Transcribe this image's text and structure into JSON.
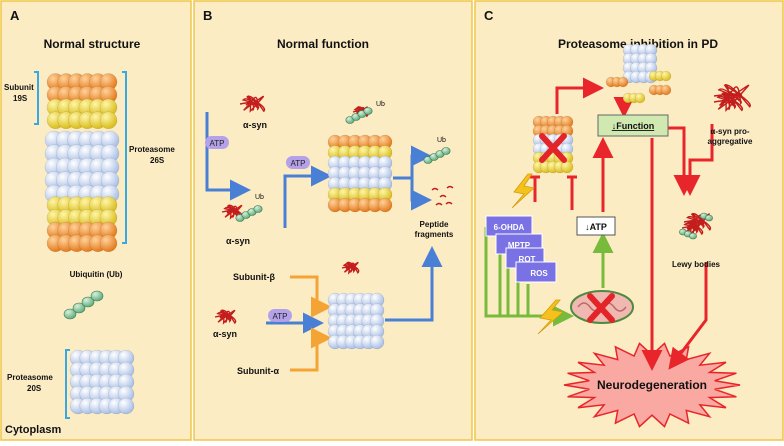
{
  "panels": {
    "a": {
      "letter": "A",
      "title": "Normal structure",
      "subunit_19s": [
        "Subunit",
        "19S"
      ],
      "proteasome_26s": [
        "Proteasome",
        "26S"
      ],
      "ubiquitin": "Ubiquitin (Ub)",
      "proteasome_20s": [
        "Proteasome",
        "20S"
      ],
      "cytoplasm": "Cytoplasm"
    },
    "b": {
      "letter": "B",
      "title": "Normal function",
      "asyn_top": "α-syn",
      "atp_left": "ATP",
      "ub_mid": "Ub",
      "asyn_mid": "α-syn",
      "atp_center": "ATP",
      "ub_top": "Ub",
      "ub_right": "Ub",
      "peptide": [
        "Peptide",
        "fragments"
      ],
      "subunit_beta": "Subunit-β",
      "asyn_bottom": "α-syn",
      "atp_bottom": "ATP",
      "subunit_alpha": "Subunit-α"
    },
    "c": {
      "letter": "C",
      "title": "Proteasome inhibition in PD",
      "function_box": "↓Function",
      "asyn_pro": [
        "α-syn pro-",
        "aggregative"
      ],
      "toxins": [
        "6-OHDA",
        "MPTP",
        "ROT",
        "ROS"
      ],
      "atp_box": "↓ATP",
      "lewy": "Lewy bodies",
      "neuro": "Neurodegeneration"
    }
  },
  "colors": {
    "panel_bg": "#fbecc4",
    "panel_border": "#f0c646",
    "blue_arrow": "#4a7fd6",
    "red_arrow": "#e8252a",
    "green_arrow": "#78bb3c",
    "orange_arrow": "#f4a434",
    "bracket": "#37a8e0",
    "atp_pill": "#b4a1ea",
    "toxin_box": "#7a71e4",
    "function_box": "#cfe9b0",
    "burst": "#f9a9a1",
    "ring_orange": "#f08c2c",
    "ring_yellow": "#e9d23a",
    "ring_blue": "#c6d7f1",
    "ub_bead": "#88c7a0",
    "asyn_red": "#c41d1d"
  }
}
